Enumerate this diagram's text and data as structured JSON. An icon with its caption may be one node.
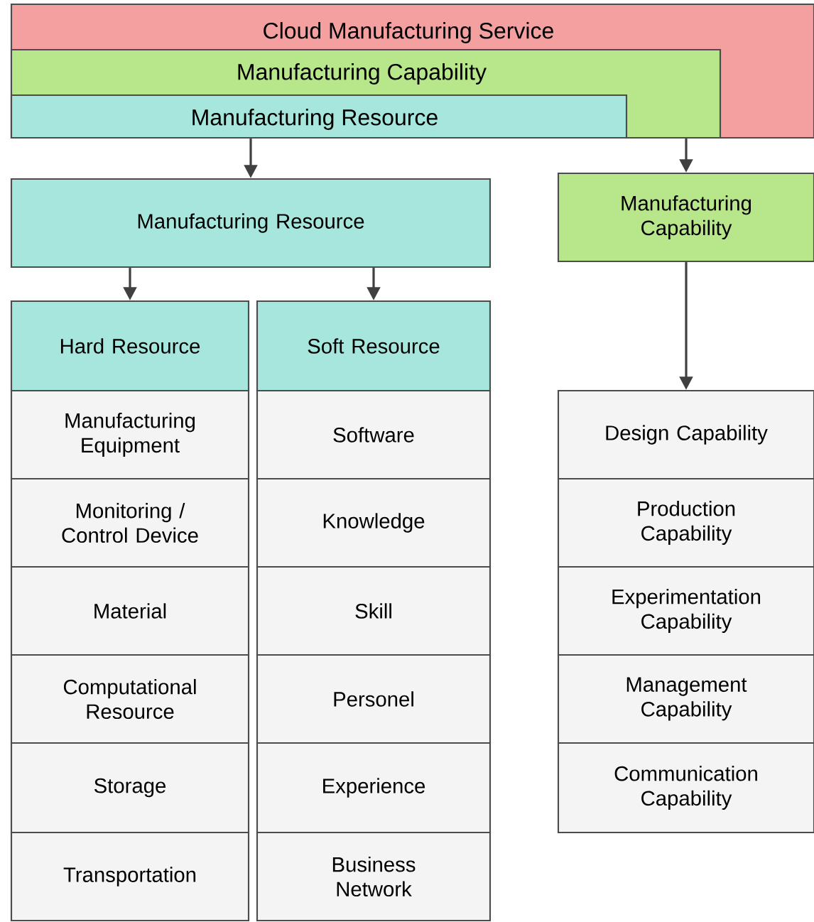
{
  "diagram": {
    "nodes": [
      {
        "text": [
          "Cloud Manufacturing Service"
        ]
      },
      {
        "text": [
          "Manufacturing Capability"
        ],
        "in": 0
      },
      {
        "text": [
          "Manufacturing Resource"
        ],
        "in": 1
      },
      {
        "text": [
          "Manufacturing Resource"
        ]
      },
      {
        "text": [
          "Manufacturing Capability"
        ]
      },
      {
        "text": [
          "Hard Resource"
        ]
      },
      {
        "text": [
          "Soft Resource"
        ]
      },
      {
        "text": [
          "Manufacturing Equipment"
        ]
      },
      {
        "text": [
          "Monitoring / Control Device"
        ]
      },
      {
        "text": [
          "Material"
        ]
      },
      {
        "text": [
          "Computational Resource"
        ]
      },
      {
        "text": [
          "Storage"
        ]
      },
      {
        "text": [
          "Transportation"
        ]
      },
      {
        "text": [
          "Software"
        ]
      },
      {
        "text": [
          "Knowledge"
        ]
      },
      {
        "text": [
          "Skill"
        ]
      },
      {
        "text": [
          "Personel"
        ]
      },
      {
        "text": [
          "Experience"
        ]
      },
      {
        "text": [
          "Business Network"
        ]
      },
      {
        "text": [
          "Design Capability"
        ]
      },
      {
        "text": [
          "Production Capability"
        ]
      },
      {
        "text": [
          "Experimentation Capability"
        ]
      },
      {
        "text": [
          "Management Capability"
        ]
      },
      {
        "text": [
          "Communication Capability"
        ]
      }
    ],
    "edges": [
      {
        "from": 2,
        "to": 3,
        "arrow": "to"
      },
      {
        "from": 1,
        "to": 4,
        "arrow": "to"
      },
      {
        "from": 3,
        "to": 5,
        "arrow": "to"
      },
      {
        "from": 3,
        "to": 6,
        "arrow": "to"
      },
      {
        "from": 4,
        "to": 19,
        "arrow": "to"
      }
    ]
  }
}
